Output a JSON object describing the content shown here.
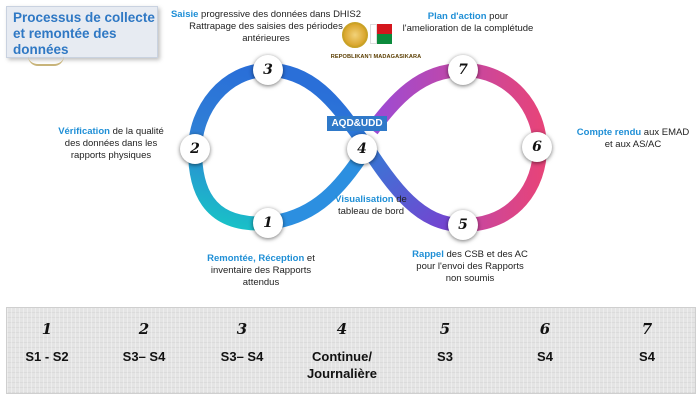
{
  "title": {
    "line1": "Processus de collecte",
    "line2": "et remontée des",
    "line3": "données"
  },
  "badge": "AQD&UDD",
  "logo": {
    "text": "REPOBLIKAN'I MADAGASIKARA"
  },
  "nodes": [
    "1",
    "2",
    "3",
    "4",
    "5",
    "6",
    "7"
  ],
  "annotations": {
    "saisie": {
      "hl": "Saisie",
      "rest1": " progressive des données dans DHIS2",
      "line2": "Rattrapage des saisies des périodes",
      "line3": "antérieures"
    },
    "plan": {
      "hl": "Plan d'action",
      "rest1": " pour",
      "line2": "l'amelioration de la complétude"
    },
    "verification": {
      "hl": "Vérification",
      "rest1": " de la qualité",
      "line2": "des données dans les",
      "line3": "rapports physiques"
    },
    "compte": {
      "hl": "Compte rendu",
      "rest1": " aux EMAD",
      "line2": "et aux AS/AC"
    },
    "visualisation": {
      "hl": "Visualisation",
      "rest1": " de",
      "line2": "tableau de bord"
    },
    "remontee": {
      "hl": "Remontée, Réception",
      "rest1": " et",
      "line2": "inventaire des Rapports",
      "line3": "attendus"
    },
    "rappel": {
      "hl": "Rappel",
      "rest1": " des CSB et des AC",
      "line2": "pour l'envoi des Rapports",
      "line3": "non soumis"
    }
  },
  "steps": [
    {
      "num": "1",
      "period": "S1 - S2"
    },
    {
      "num": "2",
      "period": "S3– S4"
    },
    {
      "num": "3",
      "period": "S3– S4"
    },
    {
      "num": "4",
      "period": "Continue/ Journalière"
    },
    {
      "num": "5",
      "period": "S3"
    },
    {
      "num": "6",
      "period": "S4"
    },
    {
      "num": "7",
      "period": "S4"
    }
  ],
  "colors": {
    "title": "#2f78c4",
    "highlight": "#1f8fd6",
    "badge": "#2f79c9",
    "loop_left_start": "#17c6c6",
    "loop_left_mid": "#2f7fd6",
    "loop_center": "#6a3fd1",
    "loop_right": "#e0487e"
  }
}
